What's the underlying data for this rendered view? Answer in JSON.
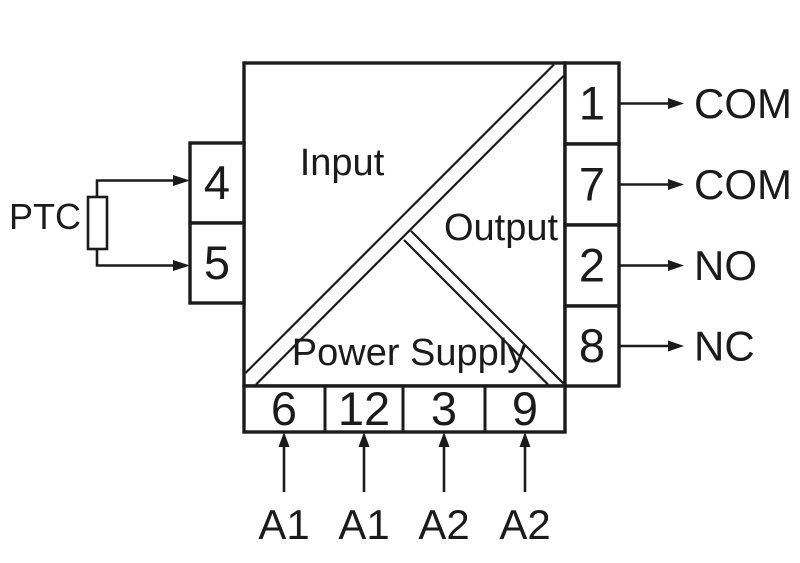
{
  "colors": {
    "ink": "#1b1b1b",
    "background": "#ffffff"
  },
  "device": {
    "sections": {
      "input": "Input",
      "output": "Output",
      "power_supply": "Power Supply"
    }
  },
  "input_side": {
    "sensor_label": "PTC",
    "terminals": [
      {
        "number": "4"
      },
      {
        "number": "5"
      }
    ]
  },
  "output_side": {
    "terminals": [
      {
        "number": "1",
        "label": "COM"
      },
      {
        "number": "7",
        "label": "COM"
      },
      {
        "number": "2",
        "label": "NO"
      },
      {
        "number": "8",
        "label": "NC"
      }
    ]
  },
  "power_side": {
    "terminals": [
      {
        "number": "6",
        "label": "A1"
      },
      {
        "number": "12",
        "label": "A1"
      },
      {
        "number": "3",
        "label": "A2"
      },
      {
        "number": "9",
        "label": "A2"
      }
    ]
  }
}
